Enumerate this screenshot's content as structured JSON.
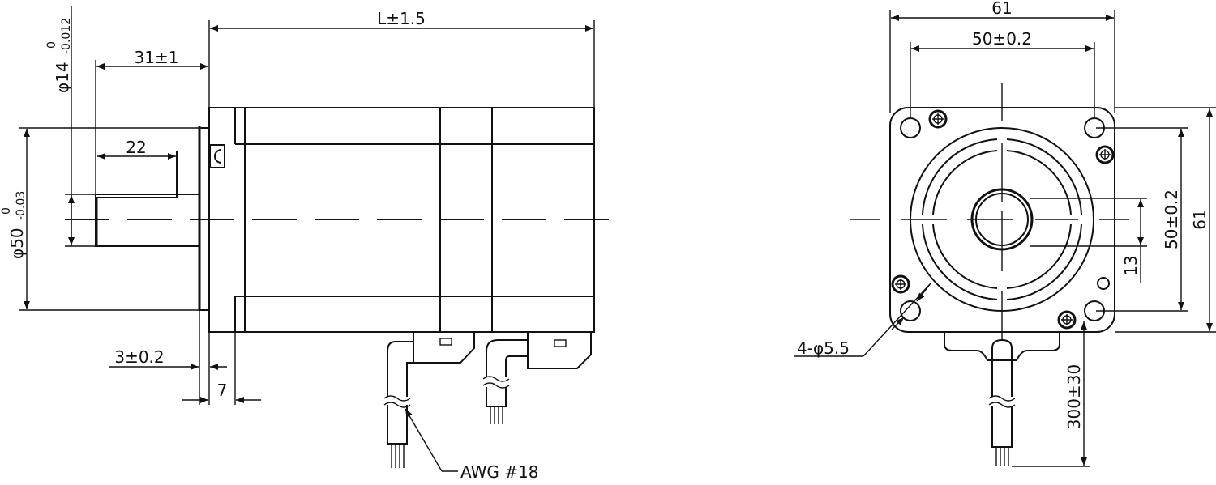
{
  "side_view": {
    "length": "L±1.5",
    "shaft_length": "31±1",
    "key_length": "22",
    "shaft_diameter": "φ14",
    "shaft_tol_upper": "0",
    "shaft_tol_lower": "-0.012",
    "pilot_diameter": "φ50",
    "pilot_tol_upper": "0",
    "pilot_tol_lower": "-0.03",
    "pilot_depth": "3±0.2",
    "flange_thickness": "7",
    "wire_gauge": "AWG #18"
  },
  "front_view": {
    "width": "61",
    "hole_spacing_h": "50±0.2",
    "hole_spacing_v": "50±0.2",
    "height": "61",
    "key_height": "13",
    "mount_holes": "4-φ5.5",
    "lead_length": "300±30"
  }
}
